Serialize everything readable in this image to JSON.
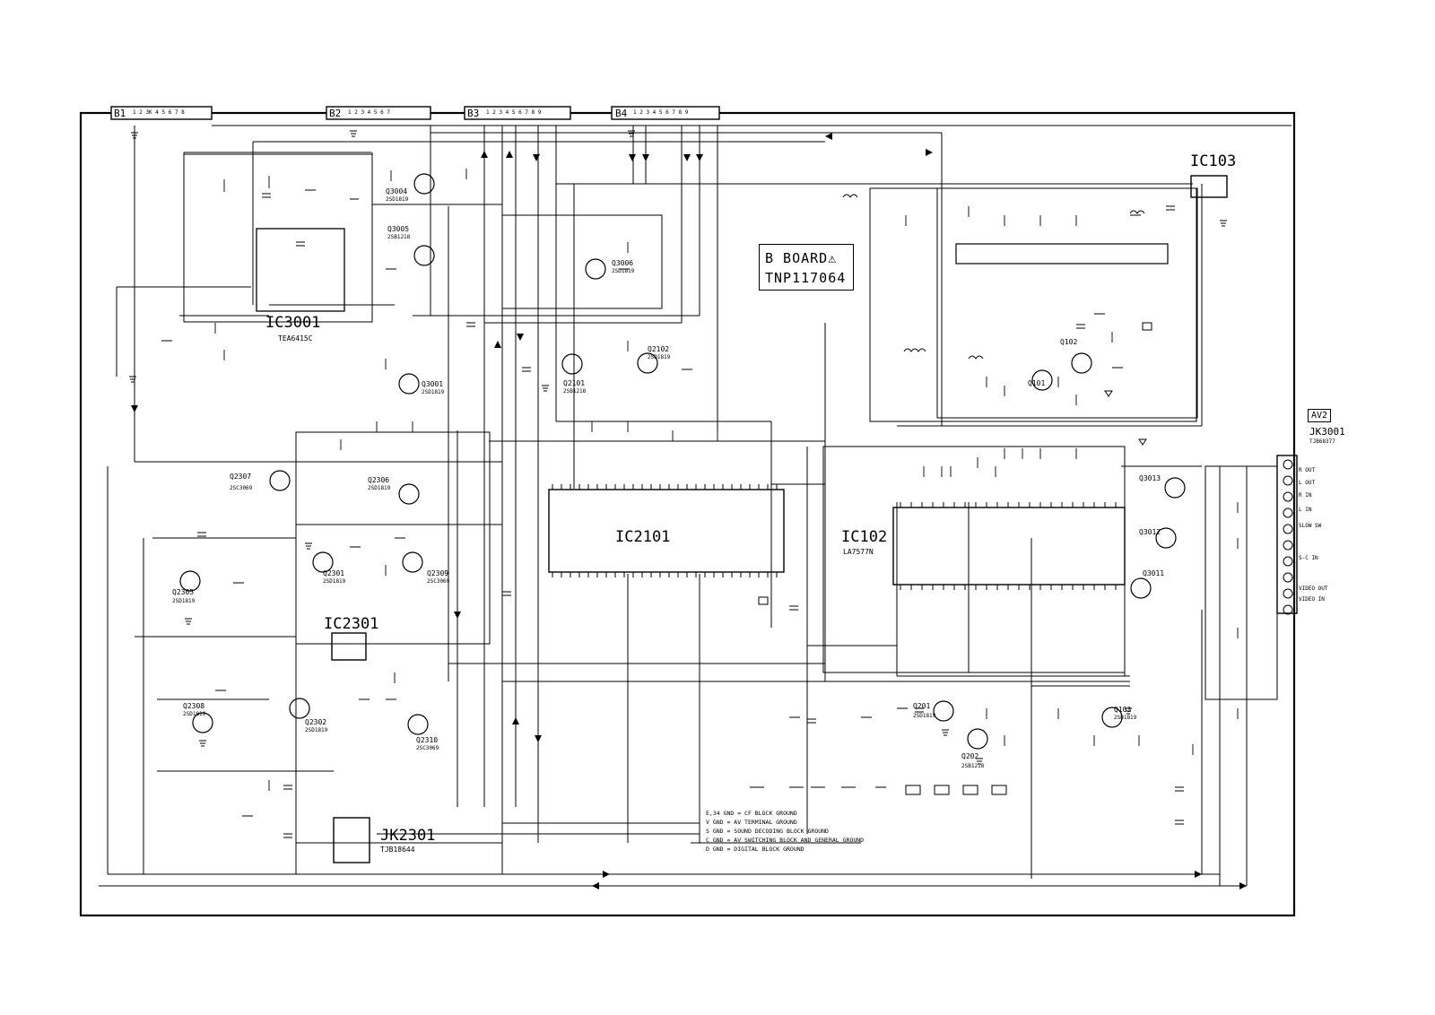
{
  "board": {
    "title": "B BOARD",
    "warning_symbol": "⚠",
    "part_number": "TNP117064"
  },
  "connectors": [
    {
      "id": "B1",
      "pins": "1 2 3K 4 5 6 7 8"
    },
    {
      "id": "B2",
      "pins": "1 2 3 4 5 6 7"
    },
    {
      "id": "B3",
      "pins": "1 2 3 4 5 6 7 8 9"
    },
    {
      "id": "B4",
      "pins": "1 2 3 4 5 6 7 8 9"
    }
  ],
  "ics": [
    {
      "ref": "IC3001",
      "part": "TEA6415C"
    },
    {
      "ref": "IC2101",
      "part": ""
    },
    {
      "ref": "IC102",
      "part": "LA7577N"
    },
    {
      "ref": "IC103",
      "part": ""
    },
    {
      "ref": "IC2301",
      "part": ""
    }
  ],
  "jacks": [
    {
      "ref": "JK2301",
      "part": "TJB18644"
    },
    {
      "ref": "JK3001",
      "part": "TJB68377"
    }
  ],
  "av2_label": "AV2",
  "transistors": [
    {
      "ref": "Q3004",
      "part": "2SD1819"
    },
    {
      "ref": "Q3005",
      "part": "2SB1218"
    },
    {
      "ref": "Q3006",
      "part": "2SD1819"
    },
    {
      "ref": "Q3001",
      "part": "2SD1819"
    },
    {
      "ref": "Q2101",
      "part": "2SB1218"
    },
    {
      "ref": "Q2102",
      "part": "2SD1819"
    },
    {
      "ref": "Q2307",
      "part": "2SC3069"
    },
    {
      "ref": "Q2306",
      "part": "2SD1819"
    },
    {
      "ref": "Q2305",
      "part": "2SD1819"
    },
    {
      "ref": "Q2301",
      "part": "2SD1819"
    },
    {
      "ref": "Q2309",
      "part": "2SC3069"
    },
    {
      "ref": "Q2308",
      "part": "2SD1819"
    },
    {
      "ref": "Q2302",
      "part": "2SD1819"
    },
    {
      "ref": "Q2310",
      "part": "2SC3069"
    },
    {
      "ref": "Q102",
      "part": ""
    },
    {
      "ref": "Q101",
      "part": ""
    },
    {
      "ref": "Q201",
      "part": "2SD1819"
    },
    {
      "ref": "Q202",
      "part": "2SB1218"
    },
    {
      "ref": "Q103",
      "part": "2SD1819"
    },
    {
      "ref": "Q3013",
      "part": ""
    },
    {
      "ref": "Q3012",
      "part": ""
    },
    {
      "ref": "Q3011",
      "part": ""
    }
  ],
  "jack_pins": [
    "R OUT",
    "L OUT",
    "R IN",
    "L IN",
    "SLOW SW",
    "S-C IN",
    "VIDEO OUT",
    "VIDEO IN"
  ],
  "ground_legend": [
    "E,34 GND = CF BLOCK GROUND",
    "V GND = AV TERMINAL GROUND",
    "S GND = SOUND DECODING BLOCK GROUND",
    "C GND = AV SWITCHING BLOCK AND GENERAL GROUND",
    "D GND = DIGITAL BLOCK GROUND"
  ],
  "palette": {
    "ink": "#000000",
    "paper": "#ffffff"
  }
}
